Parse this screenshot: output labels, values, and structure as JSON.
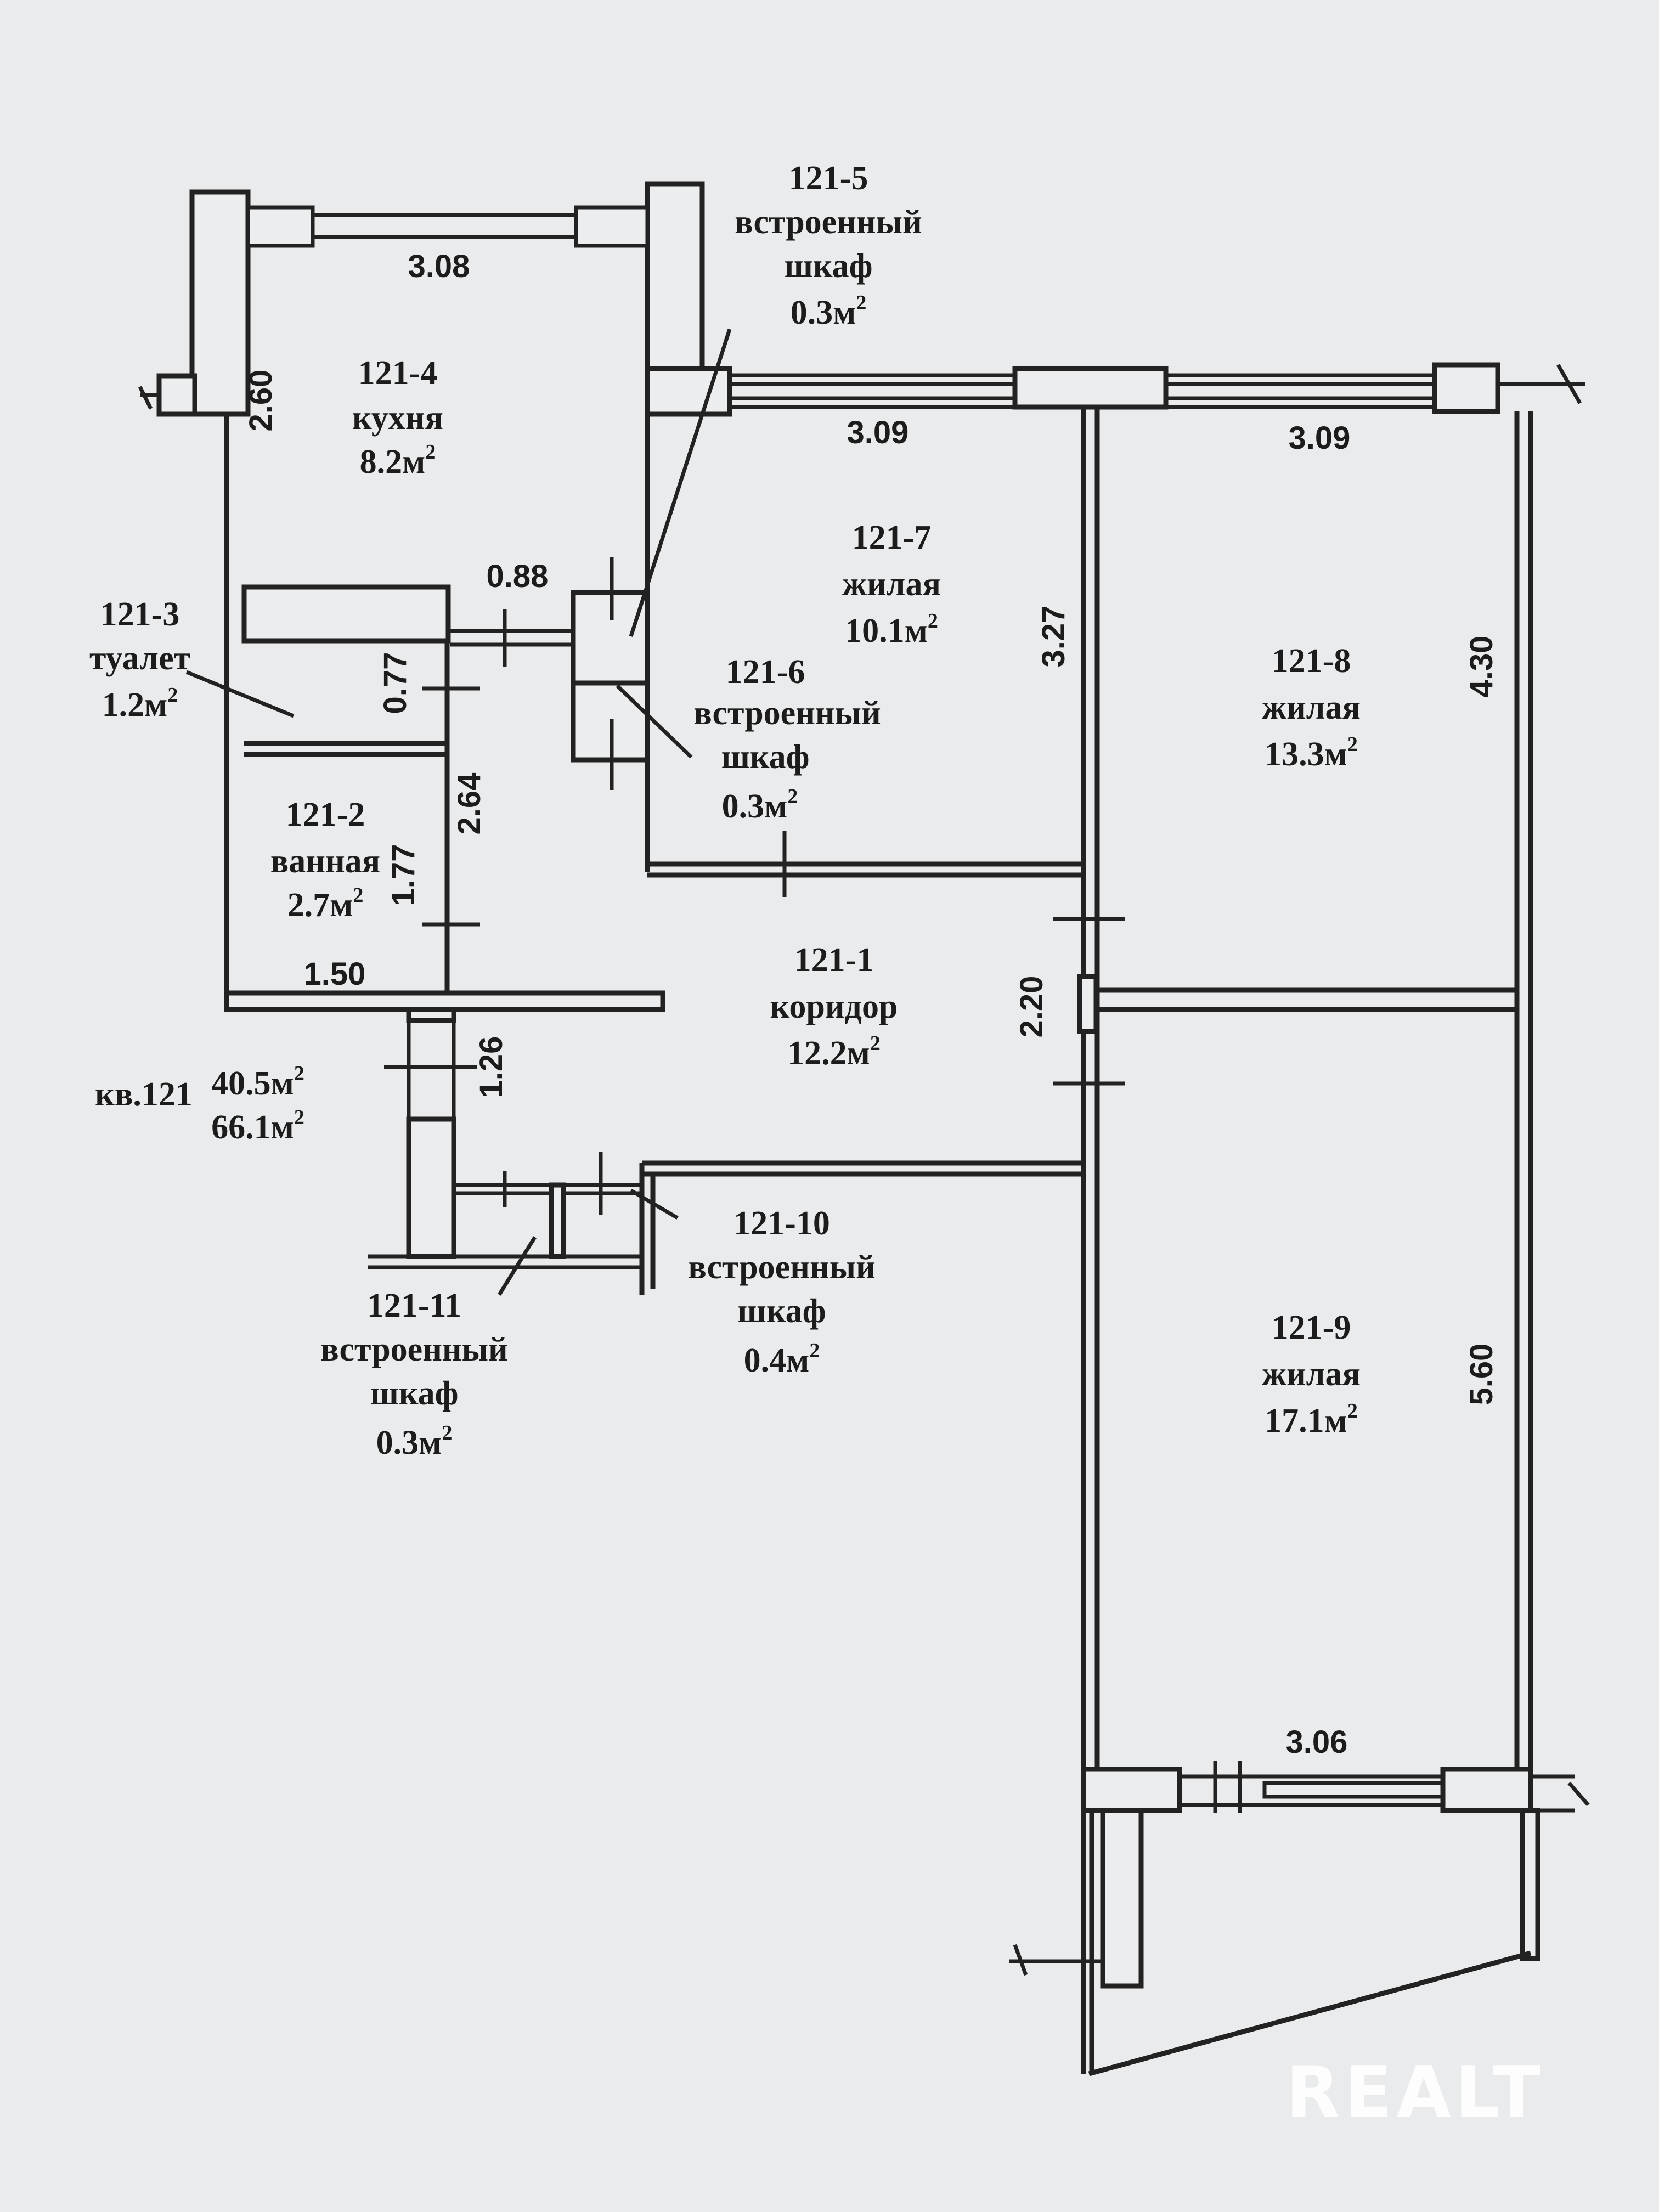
{
  "apartment": {
    "label": "кв.121",
    "living_area": "40.5м",
    "total_area": "66.1м",
    "area_unit_exponent": "2"
  },
  "rooms": [
    {
      "id": "121-1",
      "name": "коридор",
      "area": "12.2м"
    },
    {
      "id": "121-2",
      "name": "ванная",
      "area": "2.7м"
    },
    {
      "id": "121-3",
      "name": "туалет",
      "area": "1.2м"
    },
    {
      "id": "121-4",
      "name": "кухня",
      "area": "8.2м"
    },
    {
      "id": "121-5",
      "name_line1": "встроенный",
      "name_line2": "шкаф",
      "area": "0.3м"
    },
    {
      "id": "121-6",
      "name_line1": "встроенный",
      "name_line2": "шкаф",
      "area": "0.3м"
    },
    {
      "id": "121-7",
      "name": "жилая",
      "area": "10.1м"
    },
    {
      "id": "121-8",
      "name": "жилая",
      "area": "13.3м"
    },
    {
      "id": "121-9",
      "name": "жилая",
      "area": "17.1м"
    },
    {
      "id": "121-10",
      "name_line1": "встроенный",
      "name_line2": "шкаф",
      "area": "0.4м"
    },
    {
      "id": "121-11",
      "name_line1": "встроенный",
      "name_line2": "шкаф",
      "area": "0.3м"
    }
  ],
  "dimensions": {
    "kitchen_width": "3.08",
    "kitchen_depth": "2.60",
    "room7_width": "3.09",
    "room8_width": "3.09",
    "room7_depth": "3.27",
    "room8_depth": "4.30",
    "toilet_door": "0.88",
    "toilet_depth": "0.77",
    "bath_corridor": "2.64",
    "bath_depth": "1.77",
    "bath_width": "1.50",
    "entry": "1.26",
    "corridor_door": "2.20",
    "room9_depth": "5.60",
    "room9_width": "3.06"
  },
  "watermark": "REALT"
}
